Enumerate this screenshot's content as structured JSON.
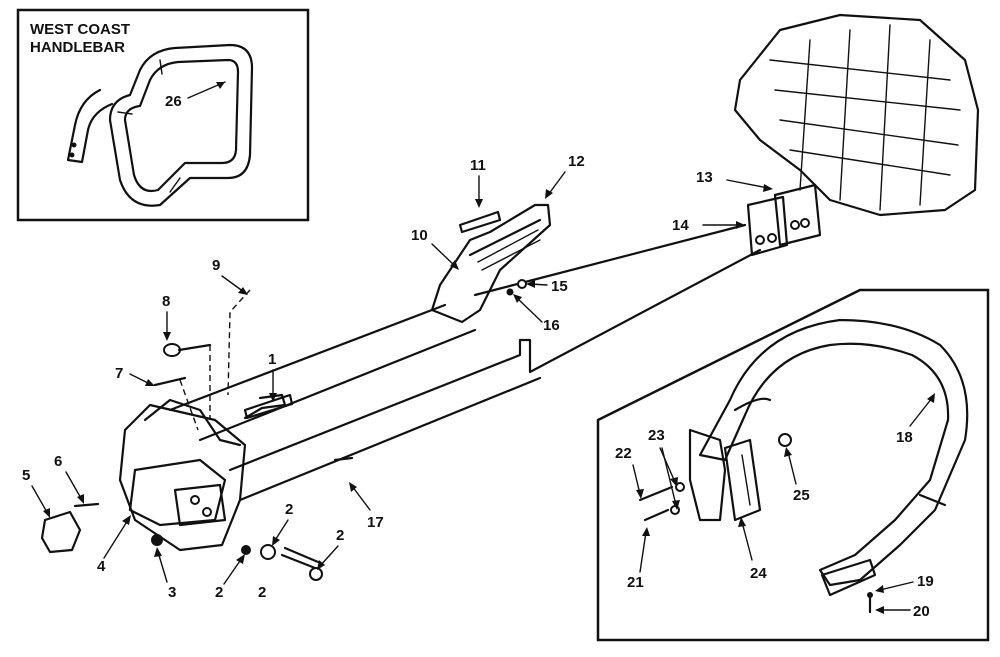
{
  "inset_top": {
    "title_line1": "WEST COAST",
    "title_line2": "HANDLEBAR",
    "part": "26"
  },
  "callouts": {
    "p1": "1",
    "p2a": "2",
    "p2b": "2",
    "p2c": "2",
    "p2d": "2",
    "p3": "3",
    "p4": "4",
    "p5": "5",
    "p6": "6",
    "p7": "7",
    "p8": "8",
    "p9": "9",
    "p10": "10",
    "p11": "11",
    "p12": "12",
    "p13": "13",
    "p14": "14",
    "p15": "15",
    "p16": "16",
    "p17": "17",
    "p18": "18",
    "p19": "19",
    "p20": "20",
    "p21": "21",
    "p22": "22",
    "p23": "23",
    "p24": "24",
    "p25": "25"
  }
}
